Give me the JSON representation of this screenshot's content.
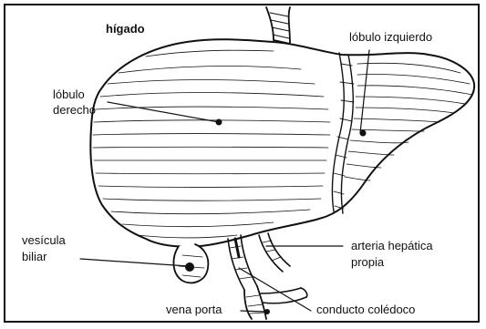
{
  "title": "hígado",
  "labels": {
    "left_lobe": "lóbulo izquierdo",
    "right_lobe_line1": "lóbulo",
    "right_lobe_line2": "derecho",
    "gallbladder_line1": "vesícula",
    "gallbladder_line2": "biliar",
    "hepatic_artery_line1": "arteria hepática",
    "hepatic_artery_line2": "propia",
    "portal_vein": "vena porta",
    "bile_duct": "conducto colédoco"
  },
  "colors": {
    "ink": "#111111",
    "paper": "#ffffff"
  }
}
